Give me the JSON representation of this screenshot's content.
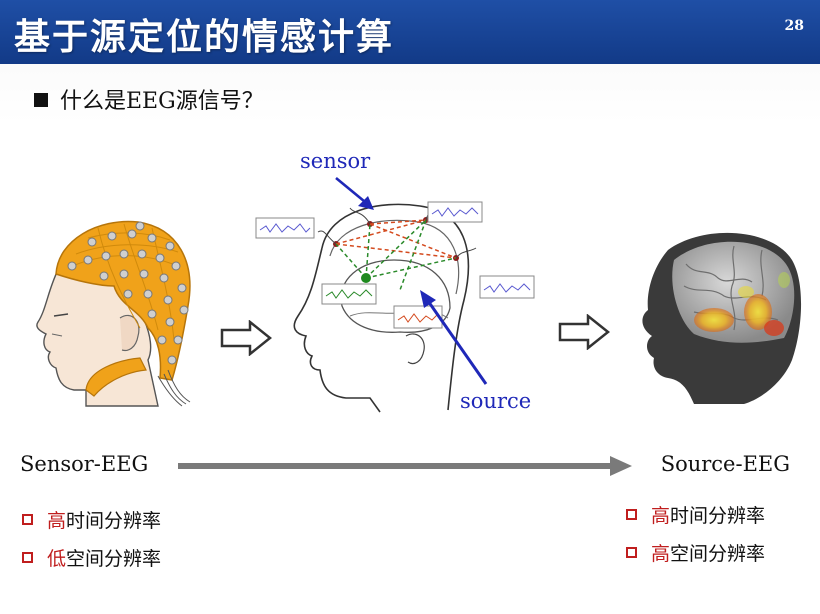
{
  "header": {
    "title": "基于源定位的情感计算",
    "page_number": "28",
    "bg_color": "#1a4595"
  },
  "subtitle": "什么是EEG源信号？",
  "figure": {
    "sensor_annotation": "sensor",
    "source_annotation": "source",
    "annotation_color": "#1f28b8"
  },
  "flow": {
    "left_label": "Sensor-EEG",
    "right_label": "Source-EEG"
  },
  "left_list": [
    {
      "hl": "高",
      "rest": "时间分辨率"
    },
    {
      "hl": "低",
      "rest": "空间分辨率"
    }
  ],
  "right_list": [
    {
      "hl": "高",
      "rest": "时间分辨率"
    },
    {
      "hl": "高",
      "rest": "空间分辨率"
    }
  ],
  "colors": {
    "accent_red": "#c01e1e",
    "cap_orange": "#f0a21a"
  }
}
